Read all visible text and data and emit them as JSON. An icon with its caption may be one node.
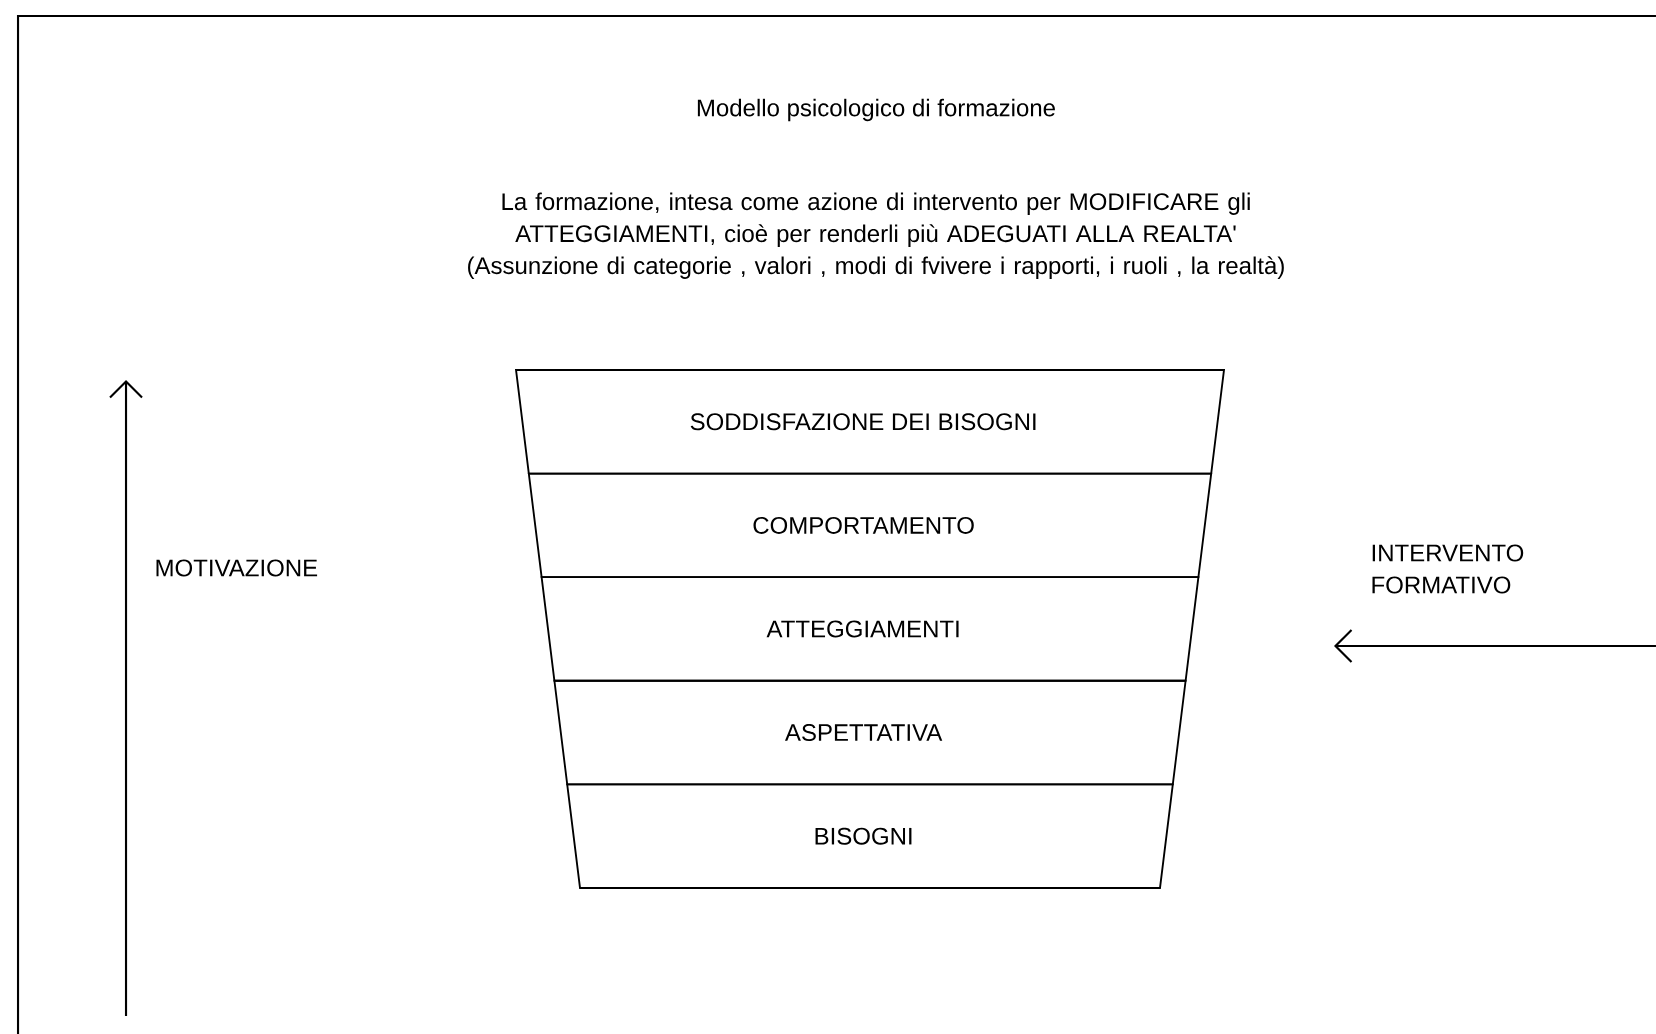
{
  "diagram": {
    "title": "Modello psicologico di formazione",
    "nodes": [
      {
        "text": [
          "SODDISFAZIONE DEI BISOGNI"
        ]
      },
      {
        "text": [
          "COMPORTAMENTO"
        ]
      },
      {
        "text": [
          "ATTEGGIAMENTI"
        ]
      },
      {
        "text": [
          "ASPETTATIVA"
        ]
      },
      {
        "text": [
          "BISOGNI"
        ]
      }
    ],
    "labels": [
      "La formazione, intesa come azione di intervento per MODIFICARE gli ATTEGGIAMENTI, cioè per renderli più ADEGUATI ALLA REALTA' (Assunzione di categorie , valori , modi di fvivere i rapporti, i ruoli , la realtà)",
      "MOTIVAZIONE",
      "INTERVENTO FORMATIVO"
    ]
  }
}
